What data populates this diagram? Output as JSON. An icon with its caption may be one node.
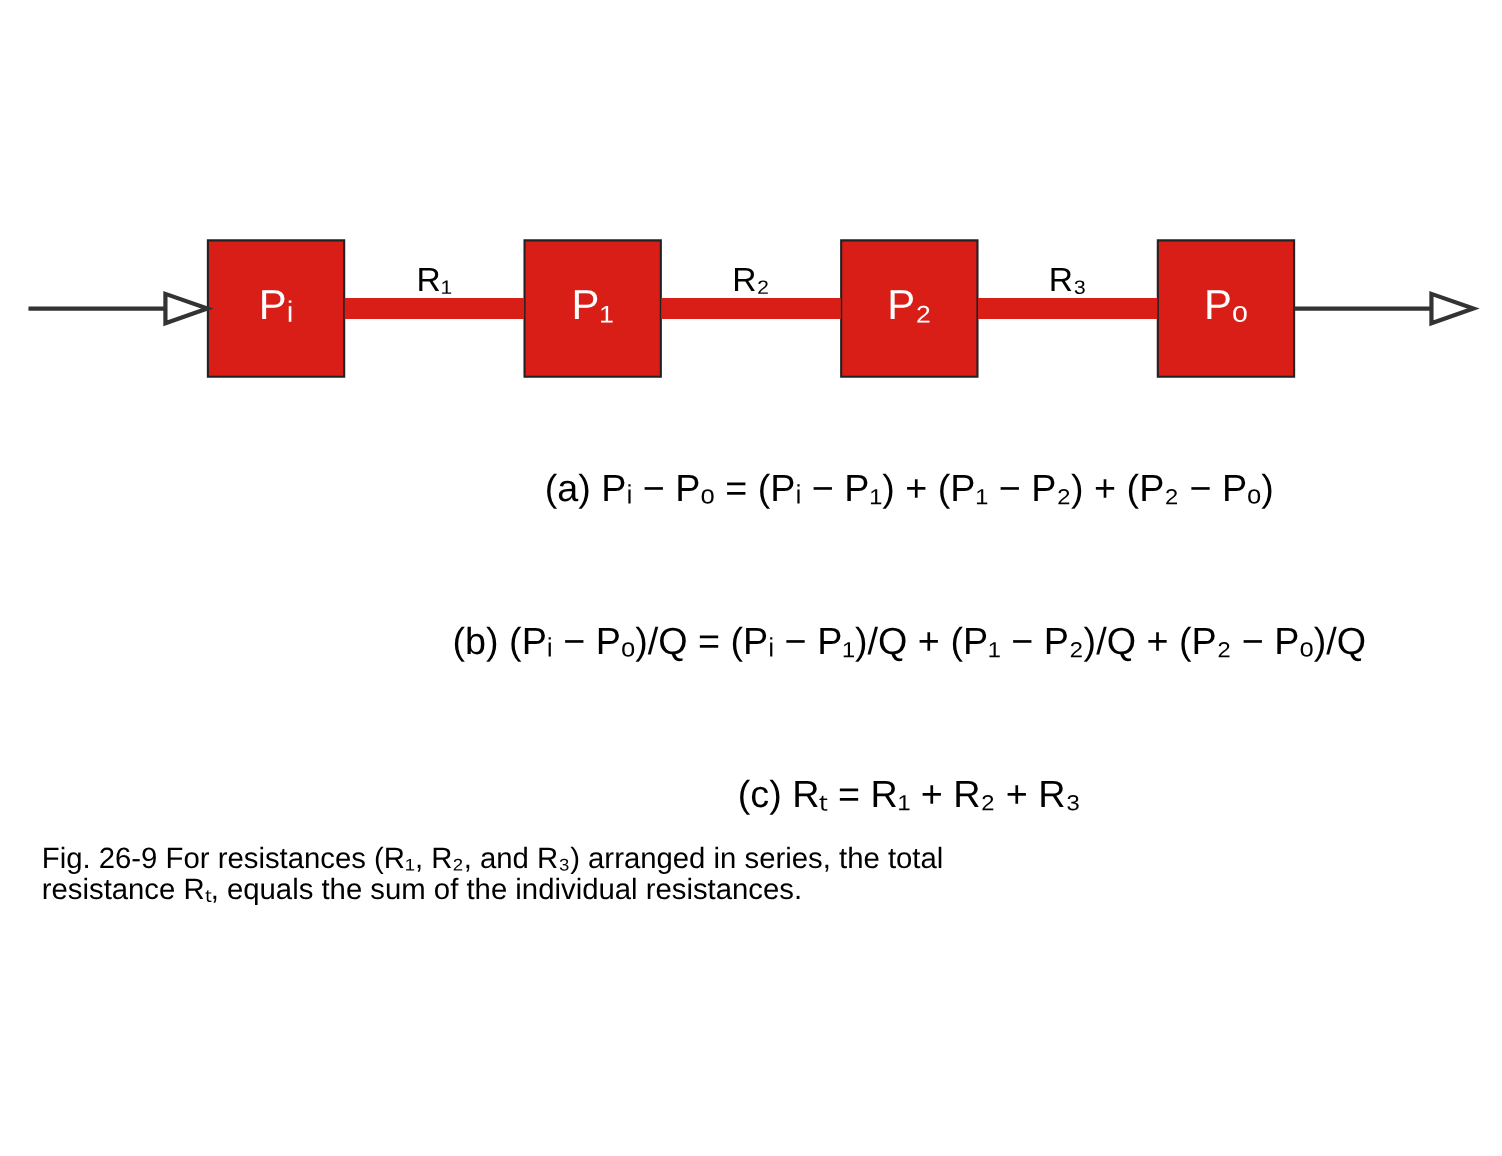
{
  "diagram": {
    "caption": "Fig. 26-9 For resistances (R₁, R₂, and R₃) arranged in series, the total resistance Rₜ, equals the sum of the individual resistances.",
    "nodes": [
      {
        "text": [
          "Pᵢ"
        ]
      },
      {
        "text": [
          "P₁"
        ]
      },
      {
        "text": [
          "P₂"
        ]
      },
      {
        "text": [
          "Pₒ"
        ]
      }
    ],
    "edges": [
      {
        "from": null,
        "to": 0,
        "arrow": "to",
        "color": "#333333"
      },
      {
        "from": 0,
        "to": 1,
        "arrow": "none",
        "label": "R₁"
      },
      {
        "from": 1,
        "to": 2,
        "arrow": "none",
        "label": "R₂"
      },
      {
        "from": 2,
        "to": 3,
        "arrow": "none",
        "label": "R₃"
      },
      {
        "from": 3,
        "to": null,
        "arrow": "to",
        "color": "#333333"
      }
    ],
    "labels": [
      "(a) Pᵢ − Pₒ = (Pᵢ − P₁) + (P₁ − P₂) + (P₂ − Pₒ)",
      "(b) (Pᵢ − Pₒ)/Q = (Pᵢ − P₁)/Q + (P₁ − P₂)/Q + (P₂ − Pₒ)/Q",
      "(c) Rₜ = R₁ + R₂ + R₃"
    ]
  }
}
